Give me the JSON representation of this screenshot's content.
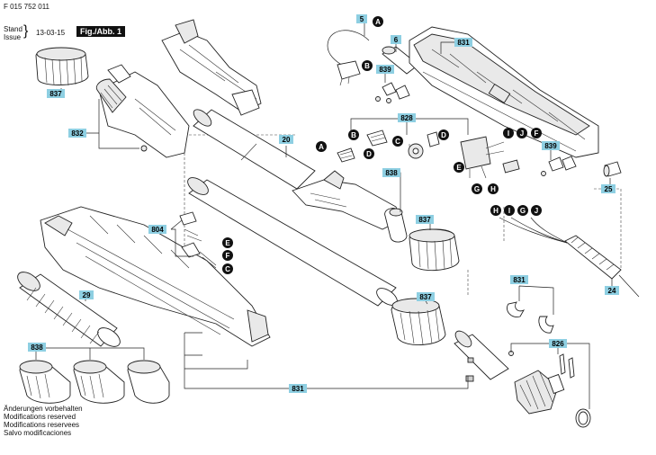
{
  "header": {
    "doc_number": "F 015 752 011",
    "stand_label": "Stand",
    "issue_label": "Issue",
    "date": "13-03-15",
    "figure_label": "Fig./Abb. 1"
  },
  "footer": {
    "lines": [
      "Änderungen vorbehalten",
      "Modifications reserved",
      "Modifications reservees",
      "Salvo modificaciones"
    ]
  },
  "parts": {
    "p837a": "837",
    "p832": "832",
    "p5": "5",
    "p6": "6",
    "p839a": "839",
    "p831a": "831",
    "p20": "20",
    "p828": "828",
    "p839b": "839",
    "p25": "25",
    "p838a": "838",
    "p837b": "837",
    "p804": "804",
    "p29": "29",
    "p24": "24",
    "p831b": "831",
    "p837c": "837",
    "p826": "826",
    "p838b": "838",
    "p831c": "831"
  },
  "markers": {
    "A": "A",
    "B": "B",
    "C": "C",
    "D": "D",
    "E": "E",
    "F": "F",
    "G": "G",
    "H": "H",
    "I": "I",
    "J": "J"
  },
  "colors": {
    "label_fill": "#8ecfe2",
    "marker_fill": "#111111",
    "line": "#222222"
  }
}
